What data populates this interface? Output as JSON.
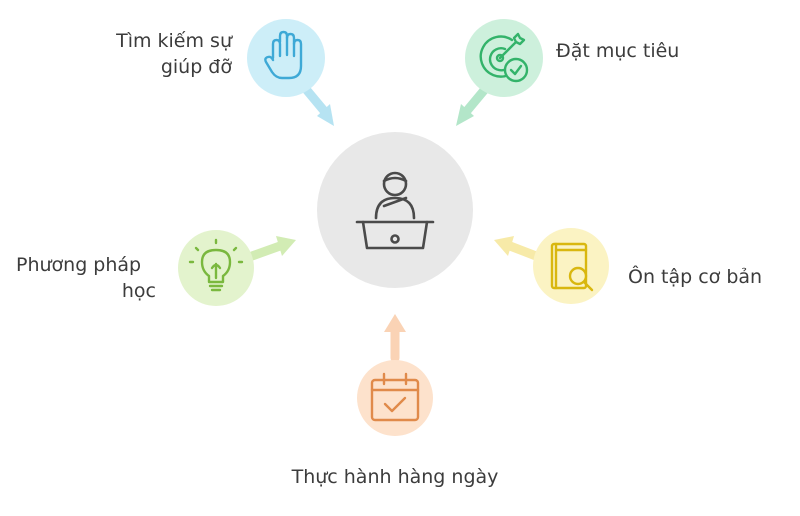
{
  "center": {
    "icon": "person-at-desk-icon"
  },
  "nodes": [
    {
      "id": "help",
      "label_lines": [
        "Tìm kiếm sự",
        "giúp đỡ"
      ],
      "icon": "raised-hand-icon",
      "fill": "#cdeef8",
      "stroke": "#3ea9d6",
      "arrow": "#b6e3f2"
    },
    {
      "id": "goals",
      "label_lines": [
        "Đặt mục tiêu"
      ],
      "icon": "target-check-icon",
      "fill": "#cdf0dc",
      "stroke": "#33b36a",
      "arrow": "#b3e6c9"
    },
    {
      "id": "methods",
      "label_lines": [
        "Phương pháp",
        "học"
      ],
      "icon": "lightbulb-icon",
      "fill": "#e3f3cd",
      "stroke": "#7ab83e",
      "arrow": "#d2ecb4"
    },
    {
      "id": "review",
      "label_lines": [
        "Ôn tập cơ bản"
      ],
      "icon": "book-search-icon",
      "fill": "#fbf3c3",
      "stroke": "#d9b70f",
      "arrow": "#f7eaa8"
    },
    {
      "id": "practice",
      "label_lines": [
        "Thực hành hàng ngày"
      ],
      "icon": "calendar-check-icon",
      "fill": "#fde2cc",
      "stroke": "#e08a4a",
      "arrow": "#fad3b5"
    }
  ],
  "colors": {
    "center_fill": "#e8e8e8",
    "center_stroke": "#4a4a4a",
    "text": "#3c3c3c"
  }
}
